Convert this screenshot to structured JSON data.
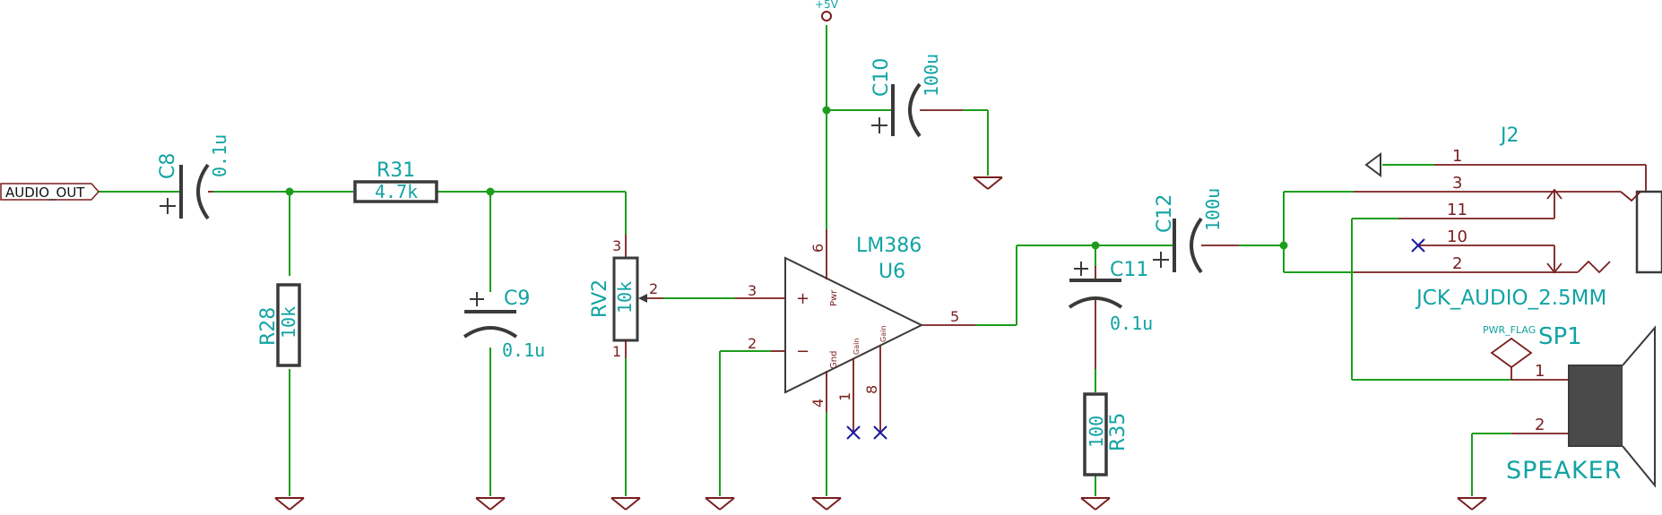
{
  "colors": {
    "wire": "#1c9e1c",
    "symbol": "#7a1e1e",
    "text": "#12a3a3",
    "noconnect": "#1a1aa0"
  },
  "labels": {
    "audio_out": "AUDIO_OUT",
    "vcc": "+5V",
    "pwr_flag": "PWR_FLAG"
  },
  "components": {
    "C8": {
      "ref": "C8",
      "value": "0.1u"
    },
    "R31": {
      "ref": "R31",
      "value": "4.7k"
    },
    "R28": {
      "ref": "R28",
      "value": "10k"
    },
    "C9": {
      "ref": "C9",
      "value": "0.1u"
    },
    "RV2": {
      "ref": "RV2",
      "value": "10k"
    },
    "C10": {
      "ref": "C10",
      "value": "100u"
    },
    "U6": {
      "ref": "U6",
      "value": "LM386",
      "pwr": "Pwr",
      "gnd": "Gnd",
      "gain": "Gain"
    },
    "C11": {
      "ref": "C11",
      "value": "0.1u"
    },
    "C12": {
      "ref": "C12",
      "value": "100u"
    },
    "R35": {
      "ref": "R35",
      "value": "100"
    },
    "J2": {
      "ref": "J2",
      "value": "JCK_AUDIO_2.5MM"
    },
    "SP1": {
      "ref": "SP1",
      "value": "SPEAKER"
    }
  },
  "pins": {
    "rv2": {
      "p1": "1",
      "p2": "2",
      "p3": "3"
    },
    "u6": {
      "p1": "1",
      "p2": "2",
      "p3": "3",
      "p4": "4",
      "p5": "5",
      "p6": "6",
      "p8": "8",
      "plus": "+",
      "minus": "−"
    },
    "j2": {
      "p1": "1",
      "p2": "2",
      "p3": "3",
      "p10": "10",
      "p11": "11"
    },
    "sp1": {
      "p1": "1",
      "p2": "2"
    }
  }
}
